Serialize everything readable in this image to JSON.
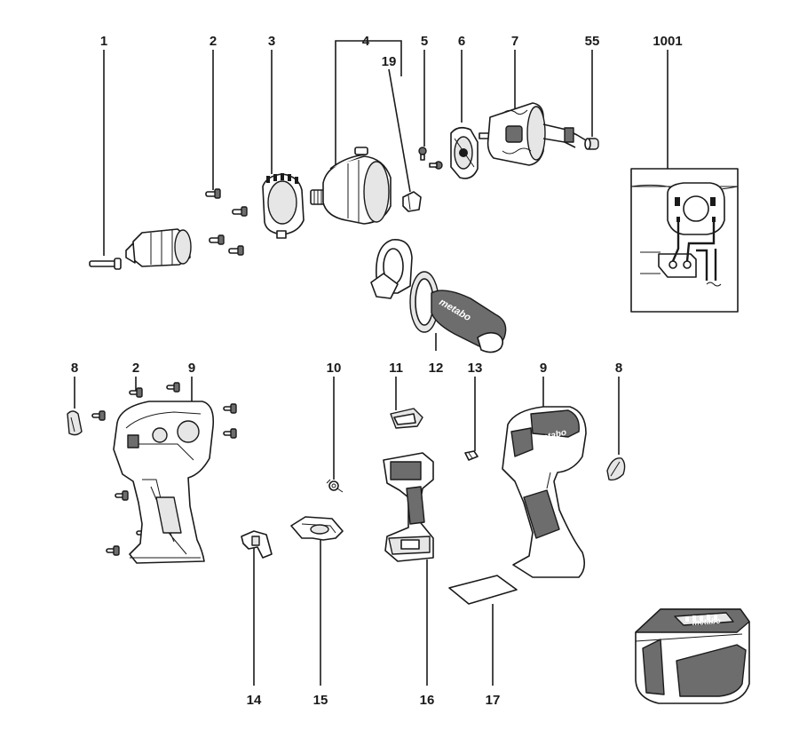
{
  "diagram": {
    "part_labels": [
      "1",
      "2",
      "3",
      "4",
      "19",
      "5",
      "6",
      "7",
      "55",
      "1001",
      "8",
      "2",
      "9",
      "10",
      "11",
      "12",
      "13",
      "9",
      "8",
      "14",
      "15",
      "16",
      "17"
    ],
    "brand_marks": [
      "metabo",
      "metabo",
      "metabo",
      "LTX"
    ]
  }
}
